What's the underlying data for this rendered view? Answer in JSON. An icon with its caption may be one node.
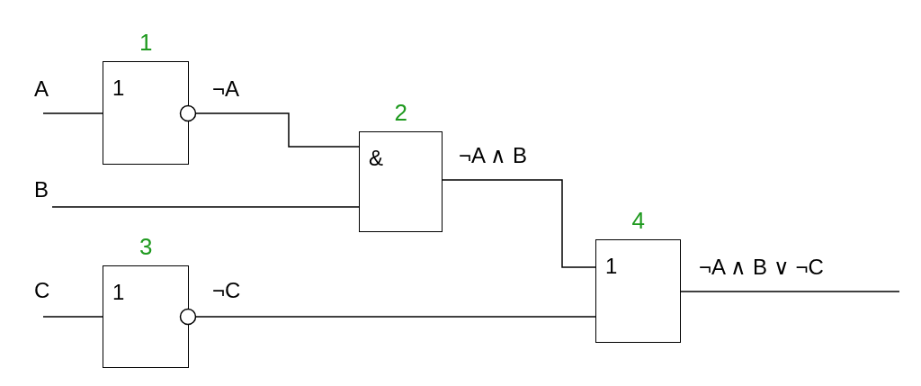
{
  "diagram": {
    "nodes": [
      {
        "text": [
          "1",
          "1"
        ]
      },
      {
        "text": [
          "2",
          "&"
        ]
      },
      {
        "text": [
          "3",
          "1"
        ]
      },
      {
        "text": [
          "4",
          "1"
        ]
      },
      {
        "text": [
          "A"
        ]
      },
      {
        "text": [
          "B"
        ]
      },
      {
        "text": [
          "C"
        ]
      }
    ],
    "edges": [
      {
        "from": 4,
        "to": 0,
        "arrow": "none"
      },
      {
        "from": 0,
        "to": 1,
        "label": "¬A",
        "arrow": "other"
      },
      {
        "from": 5,
        "to": 1,
        "arrow": "none"
      },
      {
        "from": 1,
        "to": 3,
        "label": "¬A ∧ B",
        "arrow": "none"
      },
      {
        "from": 6,
        "to": 2,
        "arrow": "none"
      },
      {
        "from": 2,
        "to": 3,
        "label": "¬C",
        "arrow": "other"
      },
      {
        "from": 3,
        "to": null,
        "label": "¬A ∧ B ∨ ¬C",
        "arrow": "none"
      }
    ]
  }
}
